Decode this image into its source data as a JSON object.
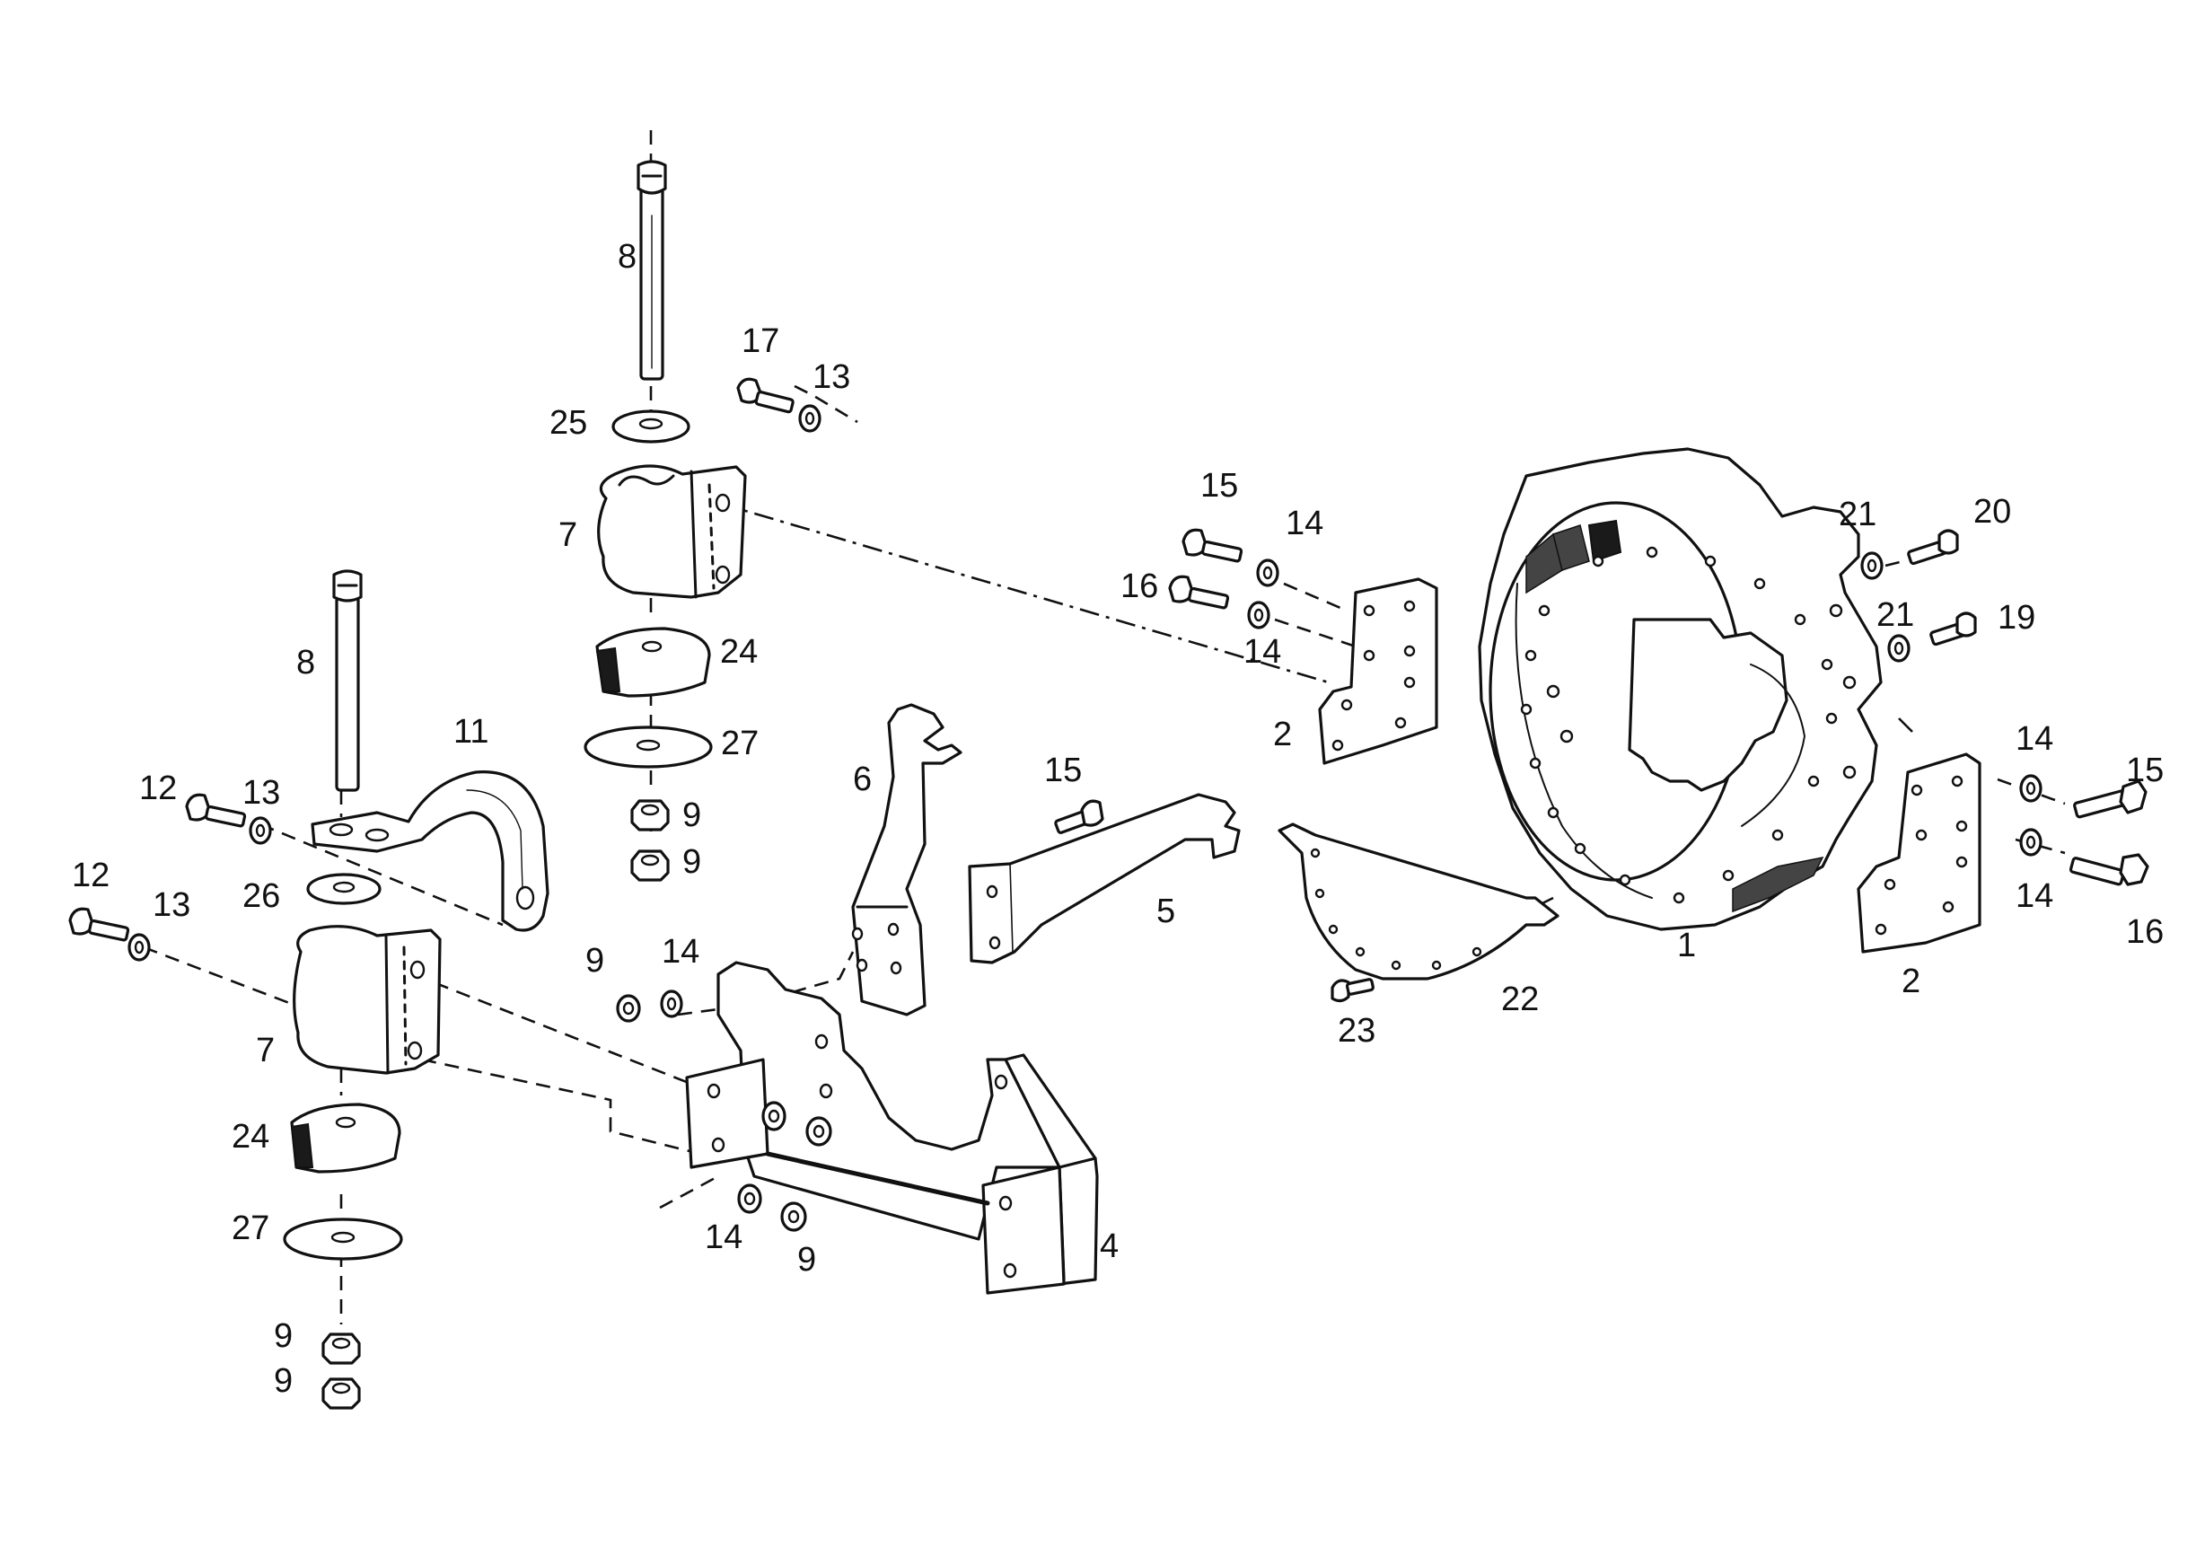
{
  "callouts": [
    {
      "key": "c1",
      "text": "1"
    },
    {
      "key": "c2a",
      "text": "2"
    },
    {
      "key": "c2b",
      "text": "2"
    },
    {
      "key": "c4",
      "text": "4"
    },
    {
      "key": "c5",
      "text": "5"
    },
    {
      "key": "c6",
      "text": "6"
    },
    {
      "key": "c7a",
      "text": "7"
    },
    {
      "key": "c7b",
      "text": "7"
    },
    {
      "key": "c8a",
      "text": "8"
    },
    {
      "key": "c8b",
      "text": "8"
    },
    {
      "key": "c9a",
      "text": "9"
    },
    {
      "key": "c9b",
      "text": "9"
    },
    {
      "key": "c9c",
      "text": "9"
    },
    {
      "key": "c9d",
      "text": "9"
    },
    {
      "key": "c9e",
      "text": "9"
    },
    {
      "key": "c9f",
      "text": "9"
    },
    {
      "key": "c11",
      "text": "11"
    },
    {
      "key": "c12a",
      "text": "12"
    },
    {
      "key": "c12b",
      "text": "12"
    },
    {
      "key": "c13a",
      "text": "13"
    },
    {
      "key": "c13b",
      "text": "13"
    },
    {
      "key": "c13c",
      "text": "13"
    },
    {
      "key": "c14a",
      "text": "14"
    },
    {
      "key": "c14b",
      "text": "14"
    },
    {
      "key": "c14c",
      "text": "14"
    },
    {
      "key": "c14d",
      "text": "14"
    },
    {
      "key": "c14e",
      "text": "14"
    },
    {
      "key": "c14f",
      "text": "14"
    },
    {
      "key": "c15a",
      "text": "15"
    },
    {
      "key": "c15b",
      "text": "15"
    },
    {
      "key": "c15c",
      "text": "15"
    },
    {
      "key": "c16a",
      "text": "16"
    },
    {
      "key": "c16b",
      "text": "16"
    },
    {
      "key": "c17",
      "text": "17"
    },
    {
      "key": "c19",
      "text": "19"
    },
    {
      "key": "c20",
      "text": "20"
    },
    {
      "key": "c21a",
      "text": "21"
    },
    {
      "key": "c21b",
      "text": "21"
    },
    {
      "key": "c22",
      "text": "22"
    },
    {
      "key": "c23",
      "text": "23"
    },
    {
      "key": "c24a",
      "text": "24"
    },
    {
      "key": "c24b",
      "text": "24"
    },
    {
      "key": "c25",
      "text": "25"
    },
    {
      "key": "c26",
      "text": "26"
    },
    {
      "key": "c27a",
      "text": "27"
    },
    {
      "key": "c27b",
      "text": "27"
    }
  ]
}
